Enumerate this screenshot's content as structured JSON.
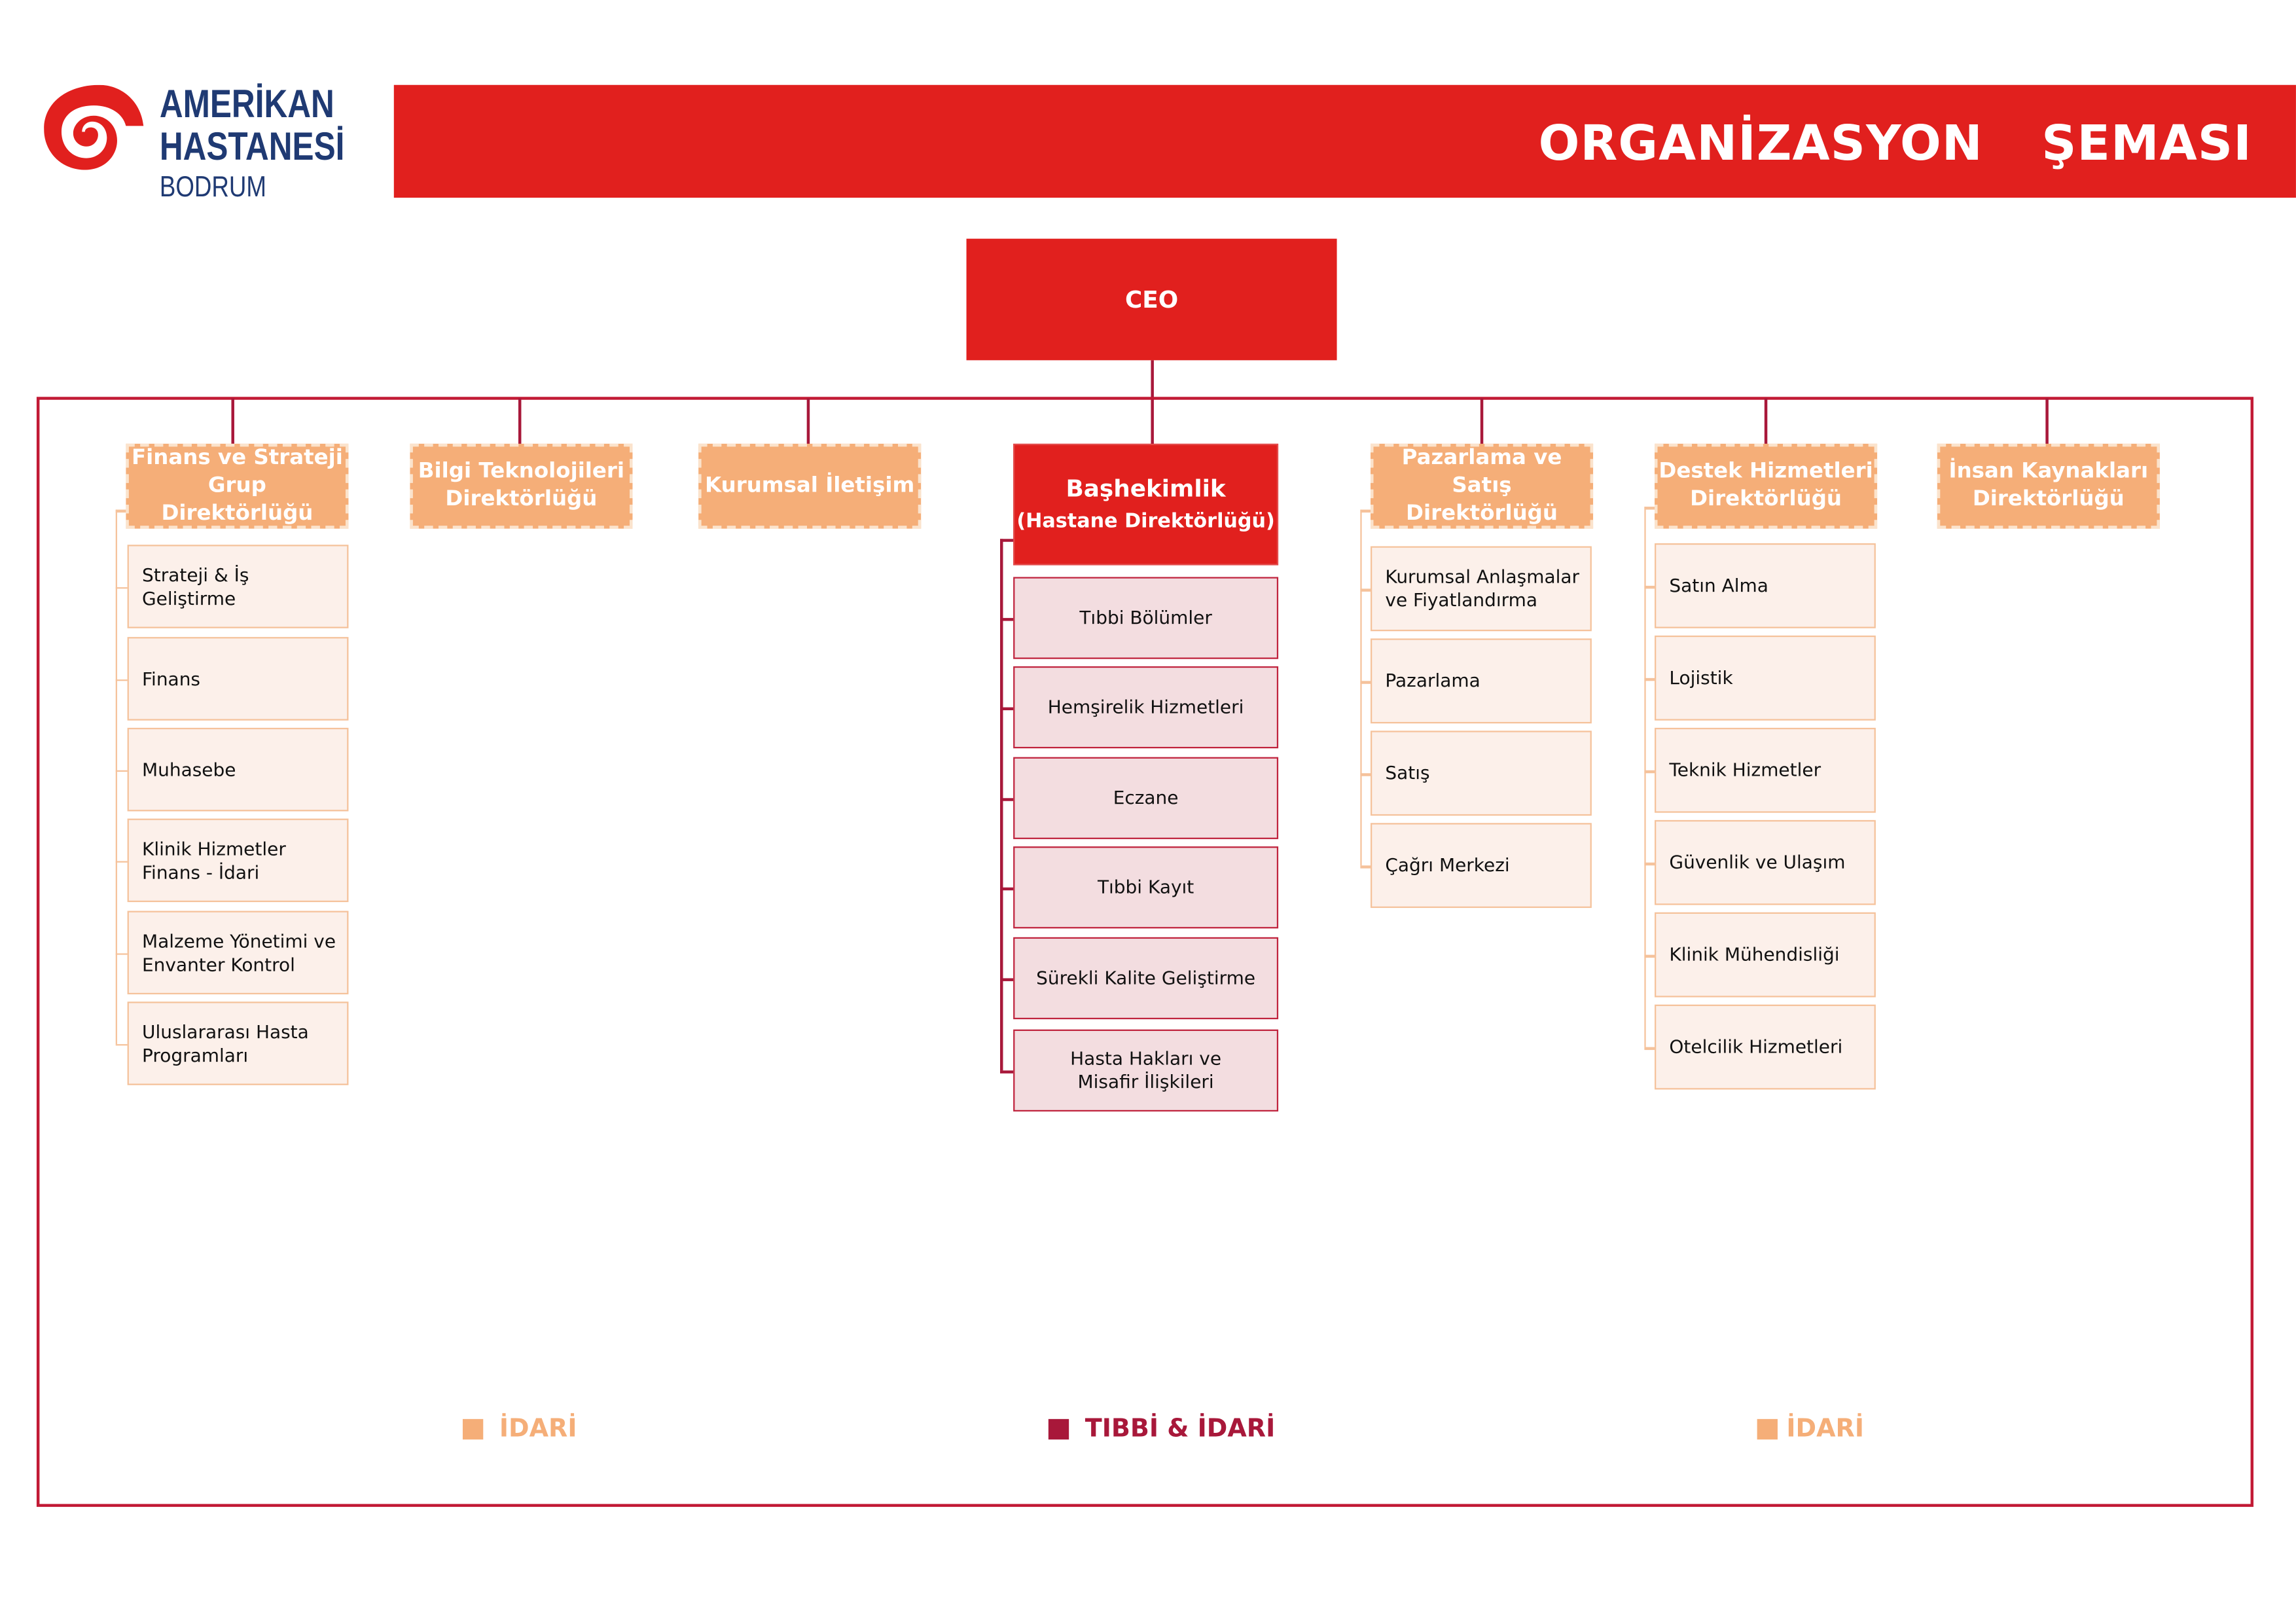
{
  "logo": {
    "line1": "AMERİKAN",
    "line2": "HASTANESİ",
    "line3": "BODRUM"
  },
  "header": {
    "title": "ORGANİZASYON  ŞEMASI"
  },
  "ceo": {
    "label": "CEO"
  },
  "colors": {
    "red": "#e1201e",
    "dark_red": "#a8183a",
    "orange": "#f5ae78",
    "navy": "#1f3a73"
  },
  "departments": [
    {
      "title": "Finans ve Strateji\nGrup Direktörlüğü",
      "items": [
        "Strateji & İş Geliştirme",
        "Finans",
        "Muhasebe",
        "Klinik Hizmetler\nFinans - İdari",
        "Malzeme Yönetimi ve\nEnvanter Kontrol",
        "Uluslararası Hasta\nProgramları"
      ]
    },
    {
      "title": "Bilgi Teknolojileri\nDirektörlüğü",
      "items": []
    },
    {
      "title": "Kurumsal İletişim",
      "items": []
    },
    {
      "title": "Başhekimlik",
      "subtitle": "(Hastane Direktörlüğü)",
      "items": [
        "Tıbbi Bölümler",
        "Hemşirelik Hizmetleri",
        "Eczane",
        "Tıbbi Kayıt",
        "Sürekli Kalite Geliştirme",
        "Hasta Hakları ve\nMisafir İlişkileri"
      ]
    },
    {
      "title": "Pazarlama ve Satış\nDirektörlüğü",
      "items": [
        "Kurumsal Anlaşmalar\nve Fiyatlandırma",
        "Pazarlama",
        "Satış",
        "Çağrı Merkezi"
      ]
    },
    {
      "title": "Destek Hizmetleri\nDirektörlüğü",
      "items": [
        "Satın Alma",
        "Lojistik",
        "Teknik Hizmetler",
        "Güvenlik ve Ulaşım",
        "Klinik Mühendisliği",
        "Otelcilik Hizmetleri"
      ]
    },
    {
      "title": "İnsan Kaynakları\nDirektörlüğü",
      "items": []
    }
  ],
  "legend": [
    {
      "label": "İDARİ",
      "color": "#f5ae78"
    },
    {
      "label": "TIBBİ & İDARİ",
      "color": "#a8183a"
    },
    {
      "label": "İDARİ",
      "color": "#f5ae78"
    }
  ]
}
